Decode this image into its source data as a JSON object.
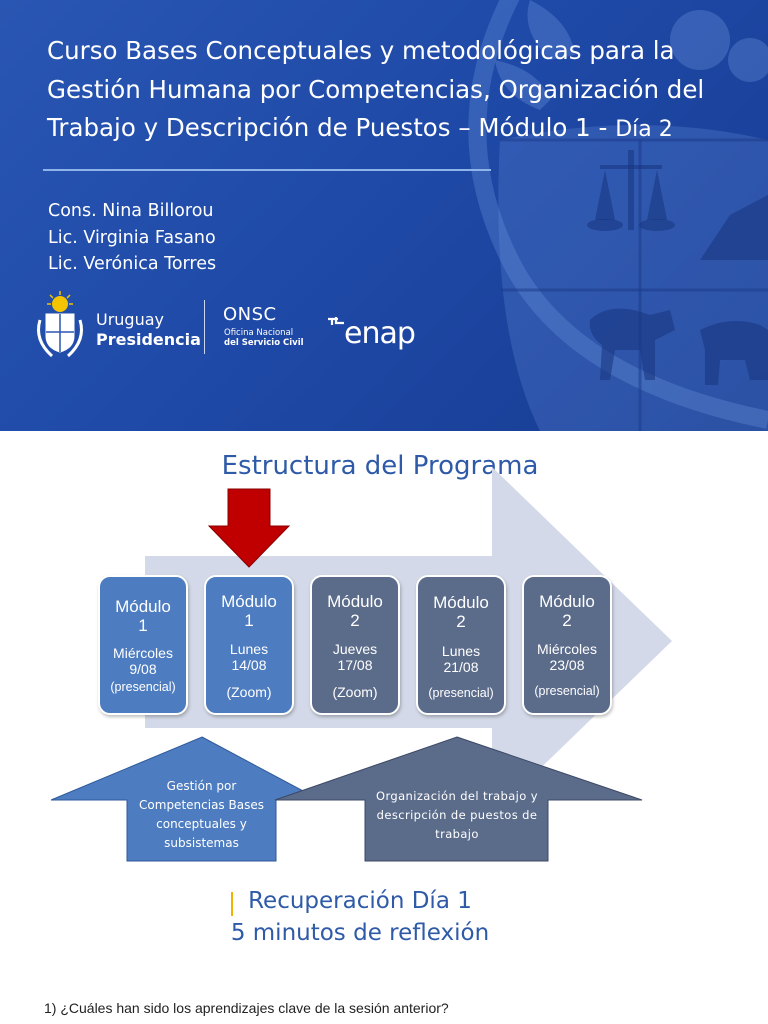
{
  "colors": {
    "slide1_background": "#1f4aa8",
    "title_blue": "#2e5aa8",
    "module_light": "#4d7cc0",
    "module_dark": "#5b6b8a",
    "pointer_red": "#c00000",
    "cursor_yellow": "#f0b400"
  },
  "slide1": {
    "title_lines": [
      "Curso Bases Conceptuales y metodológicas para la",
      "Gestión Humana por Competencias, Organización del",
      "Trabajo y Descripción de Puestos – Módulo 1 - "
    ],
    "title_day": "Día 2",
    "authors": [
      "Cons. Nina Billorou",
      "Lic. Virginia Fasano",
      "Lic. Verónica Torres"
    ],
    "logos": {
      "uruguay": "Uruguay",
      "presidencia": "Presidencia",
      "onsc": "ONSC",
      "onsc_line1": "Oficina Nacional",
      "onsc_line2": "del Servicio Civil",
      "enap": "enap"
    }
  },
  "slide2": {
    "title": "Estructura del Programa",
    "modules": [
      {
        "label": "Módulo",
        "number": "1",
        "day": "Miércoles",
        "date": "9/08",
        "mode": "(presencial)"
      },
      {
        "label": "Módulo",
        "number": "1",
        "day": "Lunes",
        "date": "14/08",
        "mode": "(Zoom)"
      },
      {
        "label": "Módulo",
        "number": "2",
        "day": "Jueves",
        "date": "17/08",
        "mode": "(Zoom)"
      },
      {
        "label": "Módulo",
        "number": "2",
        "day": "Lunes",
        "date": "21/08",
        "mode": "(presencial)"
      },
      {
        "label": "Módulo",
        "number": "2",
        "day": "Miércoles",
        "date": "23/08",
        "mode": "(presencial)"
      }
    ],
    "current_module_index": 1,
    "left_block": [
      "Gestión por",
      "Competencias Bases",
      "conceptuales y",
      "subsistemas"
    ],
    "right_block": [
      "Organización del trabajo y",
      "descripción de puestos de",
      "trabajo"
    ],
    "recovery_title": "Recuperación Día 1",
    "recovery_subtitle": "5 minutos de reflexión",
    "question": "1) ¿Cuáles han sido los aprendizajes clave de la sesión anterior?"
  }
}
